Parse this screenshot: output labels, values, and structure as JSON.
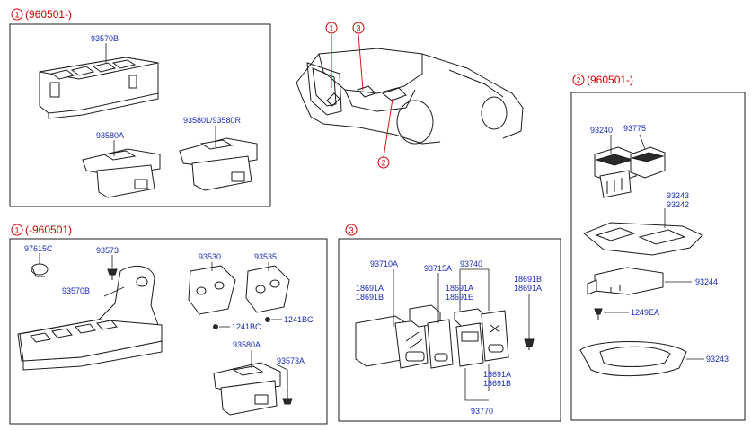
{
  "panels": {
    "top_left": {
      "num": "1",
      "label": "(960501-)"
    },
    "bottom_left": {
      "num": "1",
      "label": "(-960501)"
    },
    "bottom_mid": {
      "num": "3"
    },
    "right": {
      "num": "2",
      "label": "(960501-)"
    }
  },
  "car_callouts": [
    "1",
    "3",
    "2"
  ],
  "parts": {
    "p93570B_top": "93570B",
    "p93580A_top": "93580A",
    "p93580LR": "93580L/93580R",
    "p97615C": "97615C",
    "p93573": "93573",
    "p93570B_bot": "93570B",
    "p93530": "93530",
    "p93535": "93535",
    "p1241BC_a": "1241BC",
    "p1241BC_b": "1241BC",
    "p93580A_bot": "93580A",
    "p93573A": "93573A",
    "p93710A": "93710A",
    "p93715A": "93715A",
    "p93740": "93740",
    "p18691B_r": "18691B",
    "p18691A_r": "18691A",
    "p18691A_1": "18691A",
    "p18691B_1": "18691B",
    "p18691A_2": "18691A",
    "p18691E": "18691E",
    "p18691A_3": "18691A",
    "p18691B_3": "18691B",
    "p93770": "93770",
    "p93240": "93240",
    "p93775": "93775",
    "p93243_a": "93243",
    "p93242": "93242",
    "p93244": "93244",
    "p1249EA": "1249EA",
    "p93243_b": "93243"
  },
  "colors": {
    "callout": "#d40000",
    "part_number": "#1a2bb8",
    "line": "#1c1c1c"
  }
}
